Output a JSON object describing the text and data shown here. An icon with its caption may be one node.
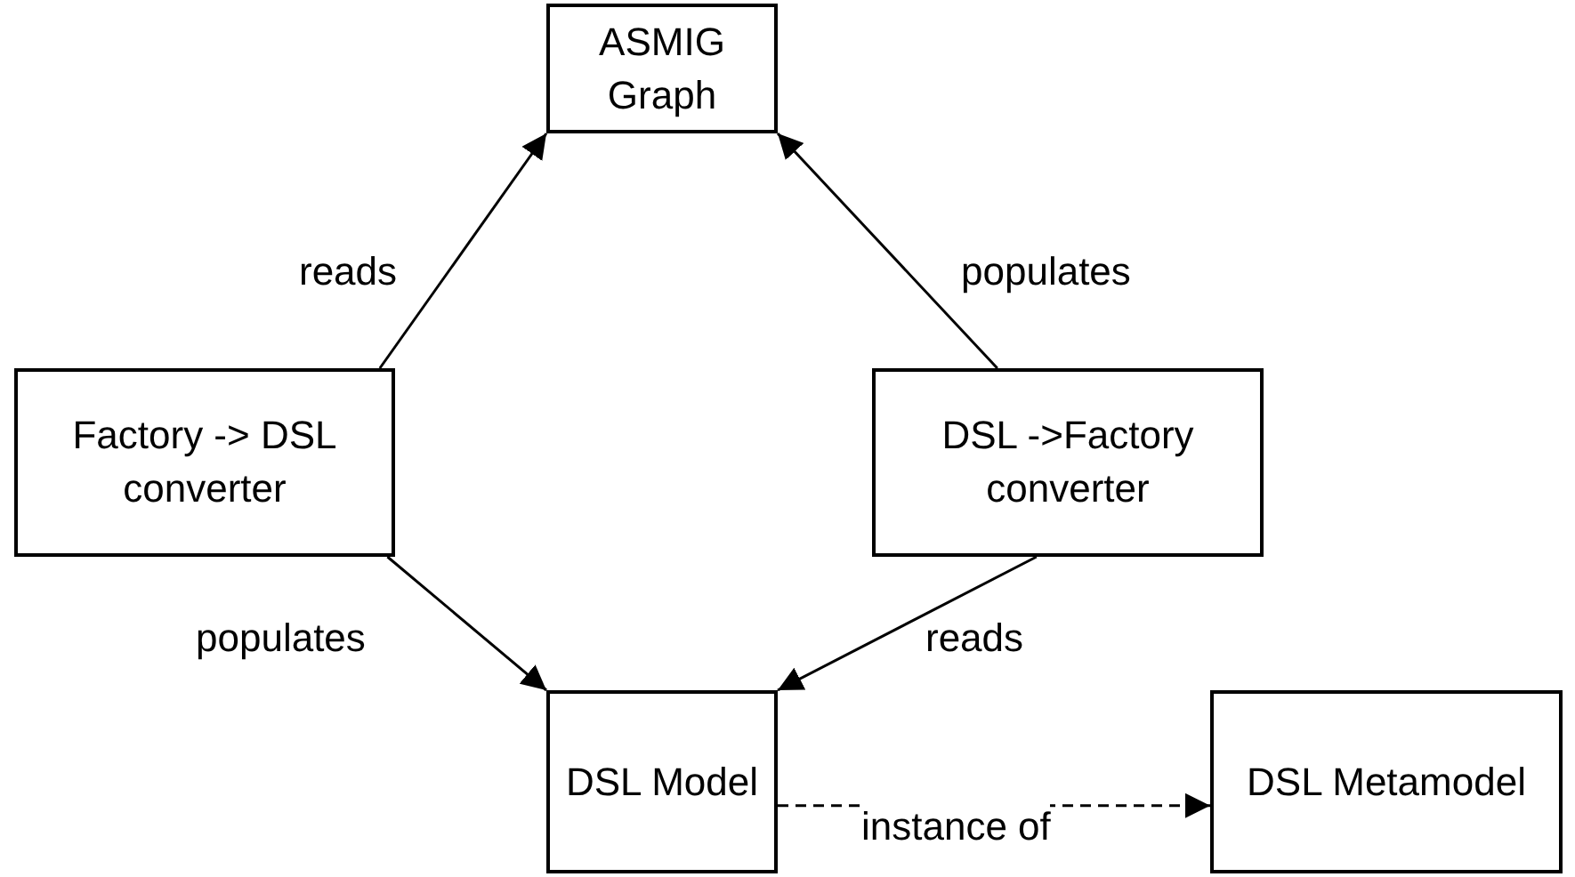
{
  "diagram": {
    "nodes": [
      {
        "text": [
          "ASMIG Graph"
        ]
      },
      {
        "text": [
          "Factory -> DSL converter"
        ]
      },
      {
        "text": [
          "DSL ->Factory converter"
        ]
      },
      {
        "text": [
          "DSL Model"
        ]
      },
      {
        "text": [
          "DSL Metamodel"
        ]
      }
    ],
    "edges": [
      {
        "from": 1,
        "to": 0,
        "arrow": "to",
        "label": "reads"
      },
      {
        "from": 2,
        "to": 0,
        "arrow": "to",
        "label": "populates"
      },
      {
        "from": 1,
        "to": 3,
        "arrow": "to",
        "label": "populates"
      },
      {
        "from": 2,
        "to": 3,
        "arrow": "to",
        "label": "reads"
      },
      {
        "from": 3,
        "to": 4,
        "arrow": "to",
        "label": "instance of",
        "style": "dashed"
      }
    ]
  }
}
